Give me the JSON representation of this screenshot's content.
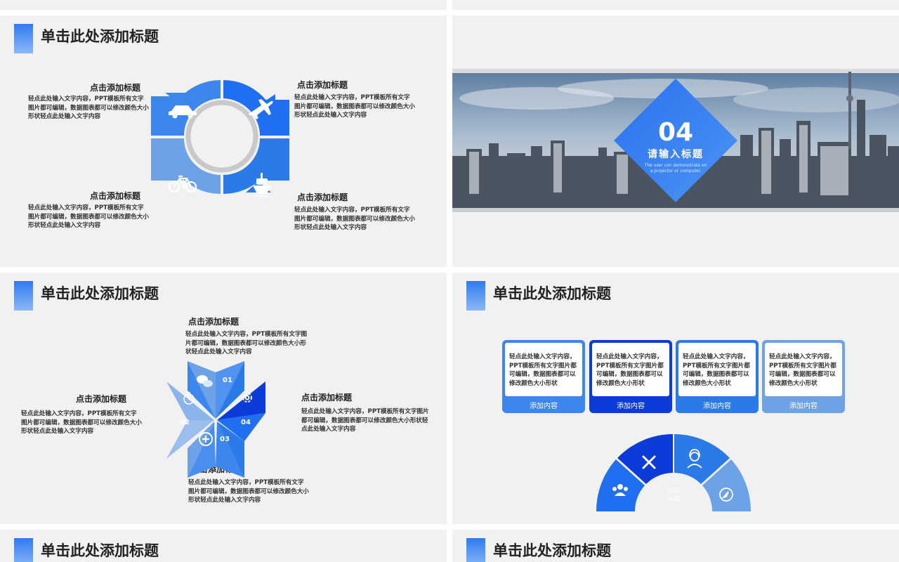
{
  "slide_title": "单击此处添加标题",
  "slide1": {
    "blocks": [
      {
        "title": "点击添加标题",
        "text": "轻点此处输入文字内容，PPT模板所有文字图片都可编辑，数据图表都可以修改颜色大小形状轻点此处输入文字内容"
      },
      {
        "title": "点击添加标题",
        "text": "轻点此处输入文字内容，PPT模板所有文字图片都可编辑，数据图表都可以修改颜色大小形状轻点此处输入文字内容"
      },
      {
        "title": "点击添加标题",
        "text": "轻点此处输入文字内容，PPT模板所有文字图片都可编辑，数据图表都可以修改颜色大小形状轻点此处输入文字内容"
      },
      {
        "title": "点击添加标题",
        "text": "轻点此处输入文字内容，PPT模板所有文字图片都可编辑，数据图表都可以修改颜色大小形状轻点此处输入文字内容"
      }
    ]
  },
  "slide2": {
    "number": "04",
    "heading": "请输入标题",
    "caption_1": "The user can demonstrate on",
    "caption_2": "a projector or computer."
  },
  "slide3": {
    "blocks": [
      {
        "title": "点击添加标题",
        "text": "轻点此处输入文字内容，PPT模板所有文字图片都可编辑，数据图表都可以修改颜色大小形状轻点此处输入文字内容"
      },
      {
        "title": "点击添加标题",
        "text": "轻点此处输入文字内容，PPT模板所有文字图片都可编辑，数据图表都可以修改颜色大小形状轻点此处输入文字内容"
      },
      {
        "title": "点击添加标题",
        "text": "轻点此处输入文字内容，PPT模板所有文字图片都可编辑，数据图表都可以修改颜色大小形状轻点此处输入文字内容"
      },
      {
        "title": "点击添加标题",
        "text": "轻点此处输入文字内容，PPT模板所有文字图片都可编辑，数据图表都可以修改颜色大小形状轻点此处输入文字内容"
      }
    ],
    "numbers": [
      "01",
      "02",
      "03",
      "04"
    ]
  },
  "slide4": {
    "cards": [
      {
        "text": "轻点此处输入文字内容，PPT模板所有文字图片都可编辑，数据图表都可以修改颜色大小形状",
        "footer": "添加内容"
      },
      {
        "text": "轻点此处输入文字内容，PPT模板所有文字图片都可编辑，数据图表都可以修改颜色大小形状",
        "footer": "添加内容"
      },
      {
        "text": "轻点此处输入文字内容，PPT模板所有文字图片都可编辑，数据图表都可以修改颜色大小形状",
        "footer": "添加内容"
      },
      {
        "text": "轻点此处输入文字内容，PPT模板所有文字图片都可编辑，数据图表都可以修改颜色大小形状",
        "footer": "添加内容"
      }
    ],
    "center_label_1": "添加",
    "center_label_2": "内容"
  },
  "colors": {
    "blue_dark": "#0b3bd9",
    "blue": "#1f6ff0",
    "blue_mid": "#3d86ee",
    "blue_light": "#6da2e6"
  }
}
